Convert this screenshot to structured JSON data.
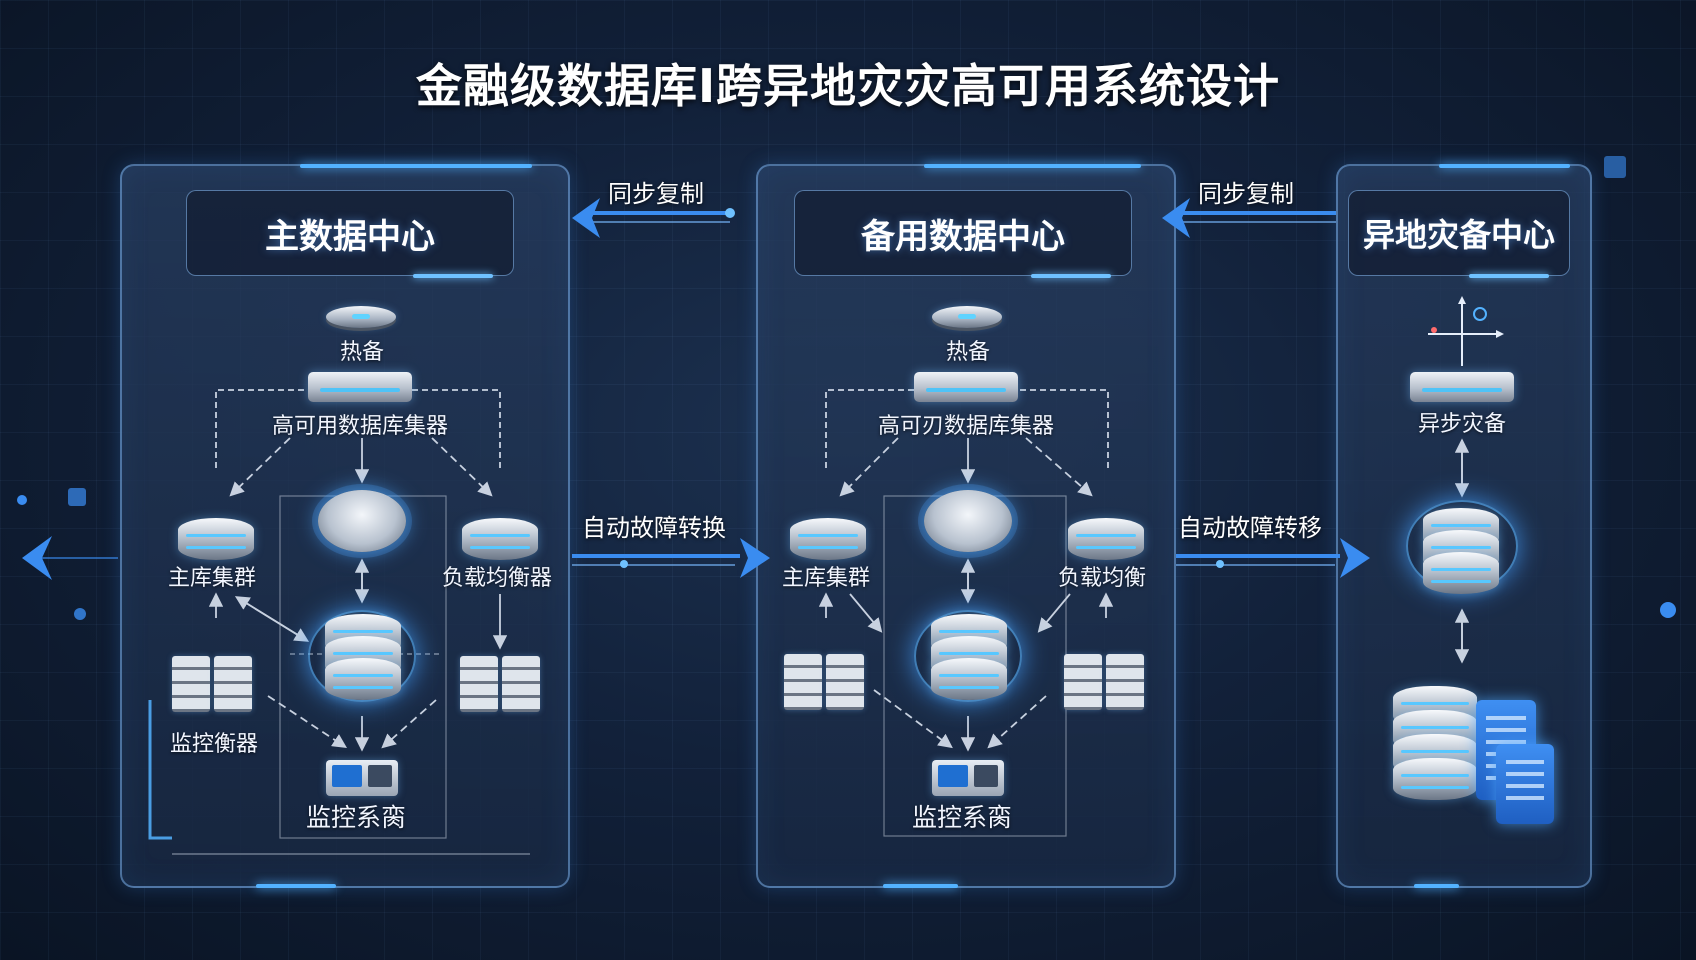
{
  "title": "金融级数据库I跨异地灾灾高可用系统设计",
  "connectors": {
    "sync_left": "同步复制",
    "sync_right": "同步复制",
    "failover_left": "自动故障转换",
    "failover_right": "自动故障转移"
  },
  "main_dc": {
    "title": "主数据中心",
    "hot_standby": "热备",
    "ha_cluster": "高可用数据库集器",
    "primary_cluster": "主库集群",
    "load_balancer": "负载均衡器",
    "monitor_node": "监控衡器",
    "monitor_system": "监控系脔"
  },
  "backup_dc": {
    "title": "备用数据中心",
    "hot_standby": "热备",
    "ha_cluster": "高可刃数据库集器",
    "primary_cluster": "主库集群",
    "load_balancer": "负载均衡",
    "monitor_system": "监控系脔"
  },
  "dr_center": {
    "title": "异地灾备中心",
    "async_backup": "异步灾备"
  },
  "colors": {
    "accent": "#53b2ff",
    "arrow_blue": "#3a8cf0",
    "background": "#12213a"
  }
}
